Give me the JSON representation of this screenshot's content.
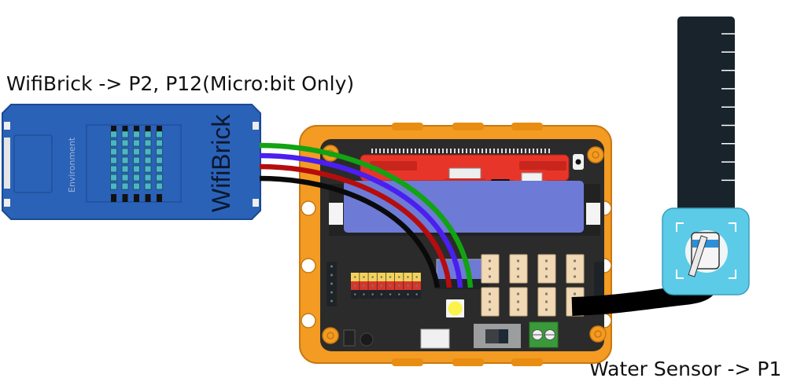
{
  "labels": {
    "wifibrick_connection": "WifiBrick -> P2, P12(Micro:bit Only)",
    "water_sensor_connection": "Water Sensor -> P1"
  },
  "wifibrick": {
    "name": "WifiBrick",
    "side_text": "Environment",
    "color": "#2a62b8"
  },
  "water_sensor": {
    "probe_color": "#18232c",
    "module_color": "#5ccbe8",
    "tick_count": 9
  },
  "board": {
    "frame_color": "#f39b22",
    "pcb_color": "#2b2b2b",
    "battery_color": "#6d7bd6",
    "microbit_slot_color": "#e8352a",
    "servo_header_pins": 8,
    "jst_ports": 8
  },
  "wires": [
    {
      "name": "green",
      "color": "#12a312"
    },
    {
      "name": "blue",
      "color": "#4a1ff0"
    },
    {
      "name": "red",
      "color": "#b50d0d"
    },
    {
      "name": "black",
      "color": "#0a0a0a"
    }
  ]
}
